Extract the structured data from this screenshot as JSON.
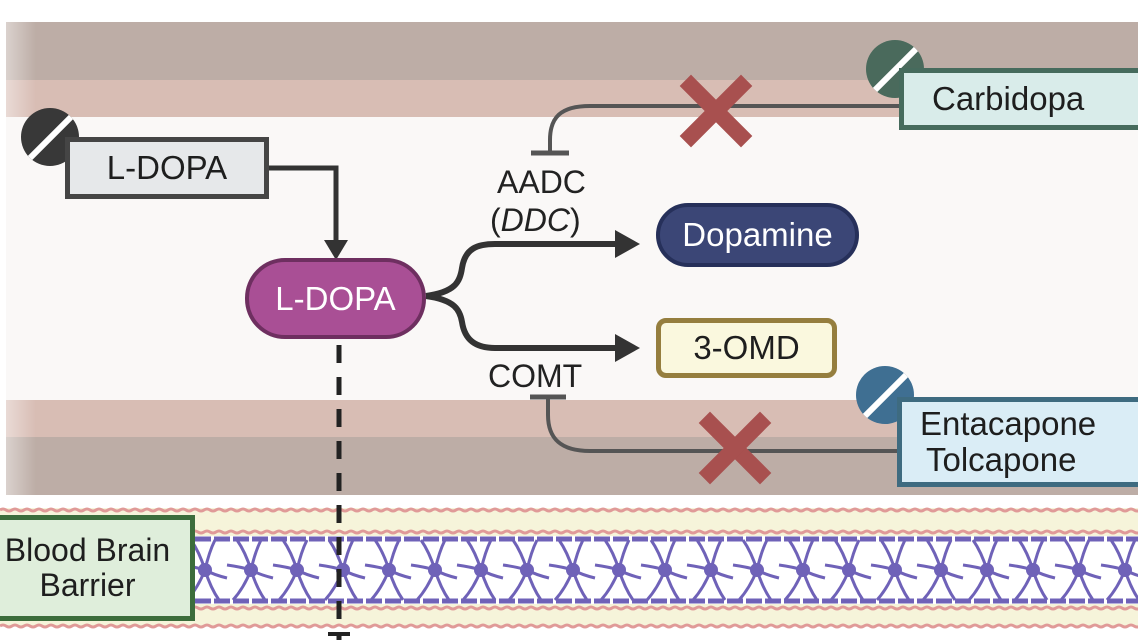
{
  "diagram": {
    "title": "L-DOPA metabolism and peripheral enzyme inhibitors",
    "nodes": {
      "ldopa_drug": {
        "label": "L-DOPA"
      },
      "ldopa_pill": {
        "label": "L-DOPA"
      },
      "dopamine": {
        "label": "Dopamine"
      },
      "omd": {
        "label": "3-OMD"
      },
      "carbidopa": {
        "label": "Carbidopa"
      },
      "comt_inhibitors": {
        "line1": "Entacapone",
        "line2": "Tolcapone"
      },
      "bbb": {
        "line1": "Blood Brain",
        "line2": "Barrier"
      }
    },
    "enzymes": {
      "aadc": {
        "name": "AADC",
        "gene_open": "(",
        "gene": "DDC",
        "gene_close": ")"
      },
      "comt": {
        "name": "COMT"
      }
    },
    "edges": [
      {
        "from": "L-DOPA (drug)",
        "to": "L-DOPA",
        "type": "arrow"
      },
      {
        "from": "L-DOPA",
        "to": "Dopamine",
        "via": "AADC (DDC)",
        "type": "arrow"
      },
      {
        "from": "L-DOPA",
        "to": "3-OMD",
        "via": "COMT",
        "type": "arrow"
      },
      {
        "from": "Carbidopa",
        "to": "AADC",
        "type": "inhibition",
        "blocked": true
      },
      {
        "from": "Entacapone/Tolcapone",
        "to": "COMT",
        "type": "inhibition",
        "blocked": true
      },
      {
        "from": "L-DOPA",
        "to": "Blood Brain Barrier",
        "type": "dashed"
      }
    ],
    "colors": {
      "ldopa_pill": "#a94f95",
      "dopamine": "#3b4676",
      "omd_border": "#957e3e",
      "carbidopa": "#466b5d",
      "comt_inhibitor": "#3f6f92",
      "block_x": "#a8504f",
      "astrocyte": "#6f62b8"
    }
  }
}
